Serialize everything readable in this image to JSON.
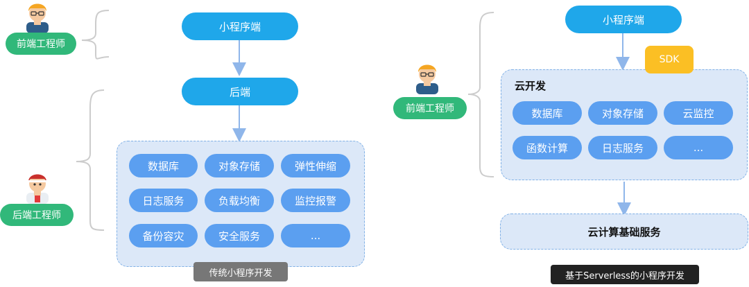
{
  "left": {
    "frontend_role": "前端工程师",
    "backend_role": "后端工程师",
    "miniprogram": "小程序端",
    "backend": "后端",
    "services": [
      "数据库",
      "对象存储",
      "弹性伸缩",
      "日志服务",
      "负载均衡",
      "监控报警",
      "备份容灾",
      "安全服务",
      "..."
    ],
    "caption": "传统小程序开发"
  },
  "right": {
    "frontend_role": "前端工程师",
    "miniprogram": "小程序端",
    "sdk": "SDK",
    "cloud_title": "云开发",
    "cloud_services": [
      "数据库",
      "对象存储",
      "云监控",
      "函数计算",
      "日志服务",
      "..."
    ],
    "base": "云计算基础服务",
    "caption": "基于Serverless的小程序开发"
  },
  "colors": {
    "main": "#1fa7ea",
    "item": "#5b9ff0",
    "role": "#31b87a",
    "sdk": "#fbbf24",
    "box": "#dce8f8",
    "arrow": "#8fb6ea",
    "caption_left": "#777777",
    "caption_right": "#222222"
  }
}
